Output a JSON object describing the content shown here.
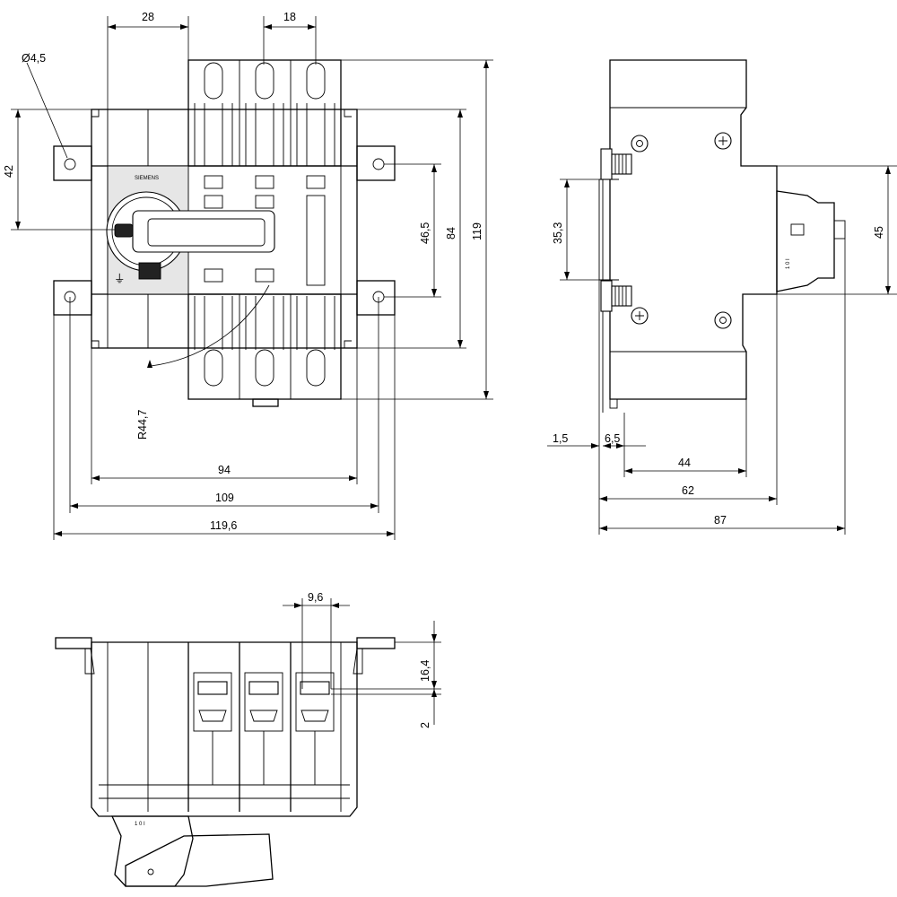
{
  "front_view": {
    "dim_hole_diameter": "Ø4,5",
    "dim_mount_width_top": "28",
    "dim_pole_pitch": "18",
    "dim_hole_offset": "42",
    "dim_hole_spacing": "46,5",
    "dim_inner_height": "84",
    "dim_total_height": "119",
    "dim_handle_radius": "R44,7",
    "dim_width_94": "94",
    "dim_width_109": "109",
    "dim_width_total": "119,6",
    "brand_label": "SIEMENS"
  },
  "side_view": {
    "dim_rail": "35,3",
    "dim_depth_handle": "45",
    "dim_a": "1,5",
    "dim_b": "6,5",
    "dim_44": "44",
    "dim_62": "62",
    "dim_87": "87",
    "switch_marks": "1 0 I"
  },
  "top_view": {
    "dim_terminal_width": "9,6",
    "dim_terminal_height": "16,4",
    "dim_terminal_offset": "2",
    "switch_marks": "1 0 I"
  }
}
